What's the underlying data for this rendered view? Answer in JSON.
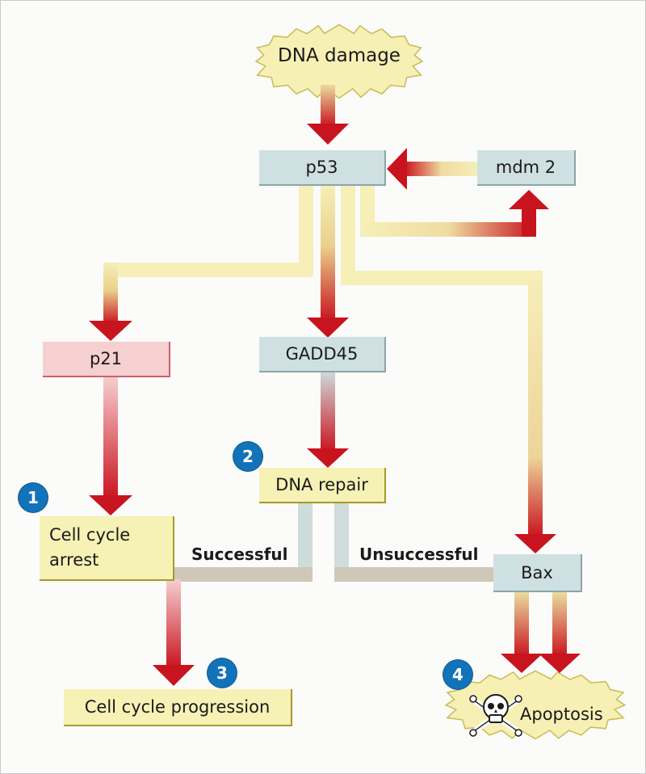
{
  "nodes": {
    "dna_damage": "DNA damage",
    "p53": "p53",
    "mdm2": "mdm 2",
    "p21": "p21",
    "gadd45": "GADD45",
    "dna_repair": "DNA repair",
    "cell_cycle_arrest": "Cell cycle\narrest",
    "bax": "Bax",
    "cell_cycle_progression": "Cell cycle progression",
    "apoptosis": "Apoptosis"
  },
  "edge_labels": {
    "successful": "Successful",
    "unsuccessful": "Unsuccessful"
  },
  "steps": [
    "1",
    "2",
    "3",
    "4"
  ],
  "colors": {
    "arrow_red": "#c8141e",
    "pale_yellow": "#f6efb8",
    "pale_gray": "#cfdcdc",
    "step_blue": "#1273b9",
    "burst_fill": "#f6f0b5",
    "gray_box": "#cfe0e2",
    "pink_box": "#f6cfd1",
    "yellow_box": "#f6f1b5"
  },
  "icons": {
    "blocked": "prohibition-icon",
    "death": "skull-crossbones-icon"
  }
}
